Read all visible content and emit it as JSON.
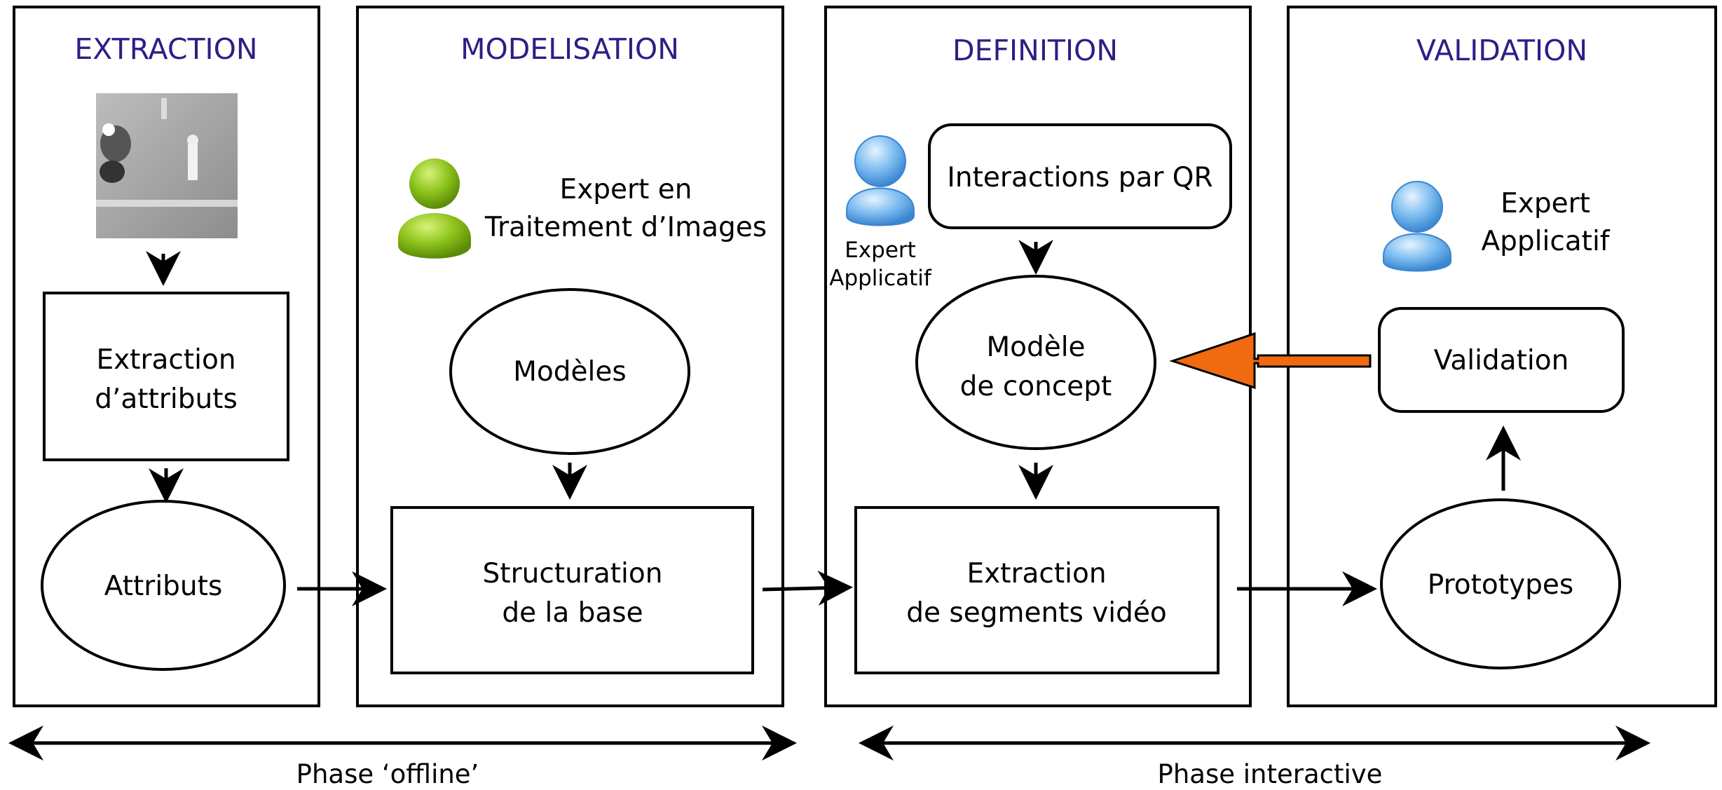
{
  "panels": {
    "extraction": {
      "title": "EXTRACTION"
    },
    "modelisation": {
      "title": "MODELISATION"
    },
    "definition": {
      "title": "DEFINITION"
    },
    "validation": {
      "title": "VALIDATION"
    }
  },
  "extraction": {
    "box": [
      "Extraction",
      "d’attributs"
    ],
    "ellipse": "Attributs"
  },
  "modelisation": {
    "expert": [
      "Expert en",
      "Traitement d’Images"
    ],
    "ellipse": "Modèles",
    "box": [
      "Structuration",
      "de la base"
    ]
  },
  "definition": {
    "expert": [
      "Expert",
      "Applicatif"
    ],
    "interactions": "Interactions par QR",
    "ellipse": [
      "Modèle",
      "de concept"
    ],
    "box": [
      "Extraction",
      "de segments vidéo"
    ]
  },
  "validation": {
    "expert": [
      "Expert",
      "Applicatif"
    ],
    "box": "Validation",
    "ellipse": "Prototypes"
  },
  "phases": {
    "offline": "Phase ‘offline’",
    "interactive": "Phase interactive"
  },
  "colors": {
    "title": "#2c1f86",
    "expert_green": "#8cc21a",
    "expert_blue": "#5aa9ea",
    "feedback_arrow": "#f06a10"
  }
}
